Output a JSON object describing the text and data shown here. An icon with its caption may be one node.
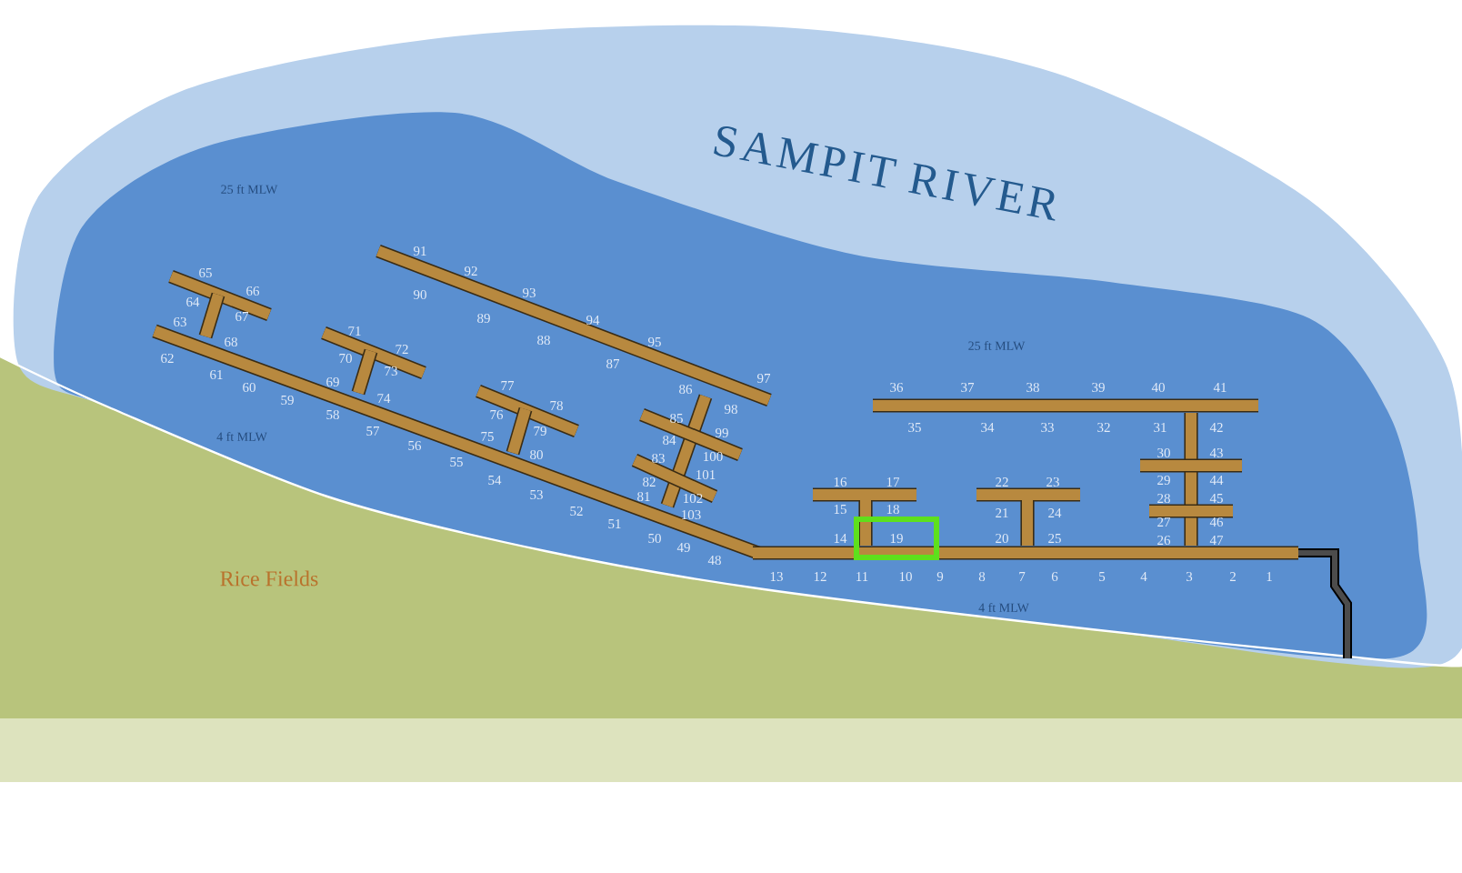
{
  "diagram": {
    "nodes": [
      {
        "text": [
          "19"
        ]
      }
    ],
    "labels": [
      "SAMPIT RIVER",
      "25 ft MLW",
      "25 ft MLW",
      "4 ft MLW",
      "Rice Fields",
      "4 ft MLW",
      "1",
      "2",
      "3",
      "4",
      "5",
      "6",
      "7",
      "8",
      "9",
      "10",
      "11",
      "12",
      "13",
      "14",
      "15",
      "16",
      "17",
      "18",
      "20",
      "21",
      "22",
      "23",
      "24",
      "25",
      "26",
      "27",
      "28",
      "29",
      "30",
      "31",
      "32",
      "33",
      "34",
      "35",
      "36",
      "37",
      "38",
      "39",
      "40",
      "41",
      "42",
      "43",
      "44",
      "45",
      "46",
      "47",
      "48",
      "49",
      "50",
      "51",
      "52",
      "53",
      "54",
      "55",
      "56",
      "57",
      "58",
      "59",
      "60",
      "61",
      "62",
      "63",
      "64",
      "65",
      "66",
      "67",
      "68",
      "69",
      "70",
      "71",
      "72",
      "73",
      "74",
      "75",
      "76",
      "77",
      "78",
      "79",
      "80",
      "81",
      "82",
      "83",
      "84",
      "85",
      "86",
      "87",
      "88",
      "89",
      "90",
      "91",
      "92",
      "93",
      "94",
      "95",
      "97",
      "98",
      "99",
      "100",
      "101",
      "102",
      "103"
    ]
  }
}
